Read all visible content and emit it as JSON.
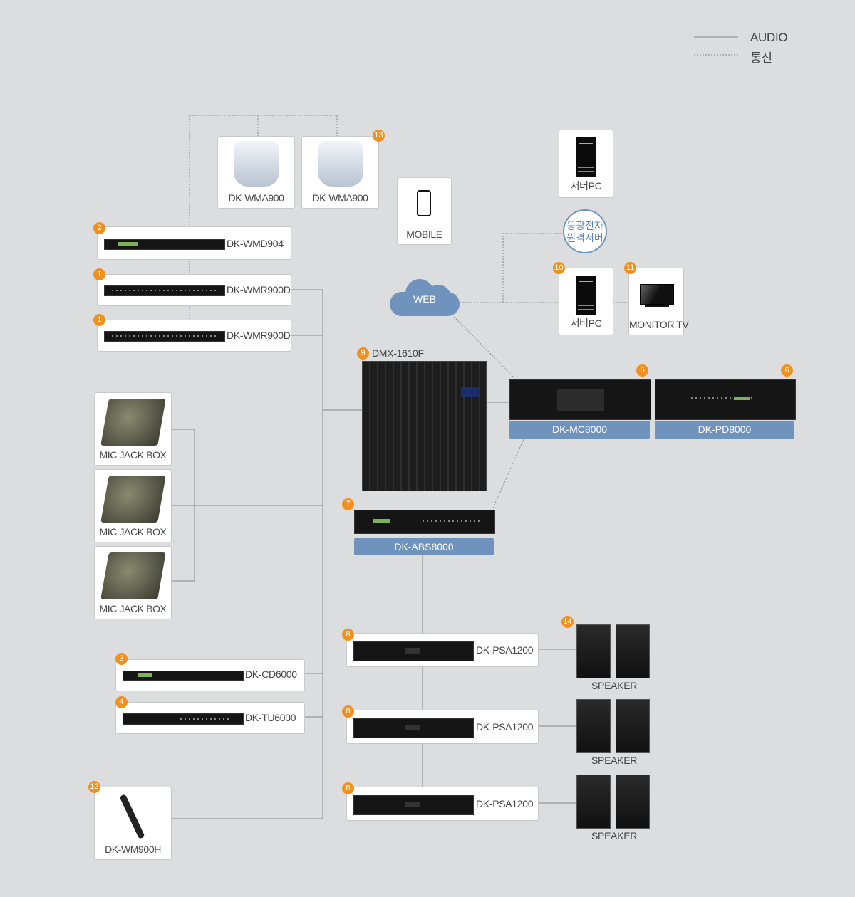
{
  "legend": {
    "audio": "AUDIO",
    "comm": "통신"
  },
  "devices": {
    "wma1": {
      "label": "DK-WMA900"
    },
    "wma2": {
      "label": "DK-WMA900",
      "badge": "13"
    },
    "wmd": {
      "label": "DK-WMD904",
      "badge": "2"
    },
    "wmr1": {
      "label": "DK-WMR900D",
      "badge": "1"
    },
    "wmr2": {
      "label": "DK-WMR900D",
      "badge": "1"
    },
    "mobile": {
      "label": "MOBILE"
    },
    "web": {
      "label": "WEB"
    },
    "server_top": {
      "label": "서버PC"
    },
    "remote": {
      "line1": "동광전자",
      "line2": "원격서버"
    },
    "server": {
      "label": "서버PC",
      "badge": "10"
    },
    "monitor": {
      "label": "MONITOR TV",
      "badge": "11"
    },
    "mixer": {
      "label": "DMX-1610F",
      "badge": "9"
    },
    "mc": {
      "label": "DK-MC8000",
      "badge": "5"
    },
    "pd": {
      "label": "DK-PD8000",
      "badge": "6"
    },
    "abs": {
      "label": "DK-ABS8000",
      "badge": "7"
    },
    "jack1": {
      "label": "MIC JACK BOX"
    },
    "jack2": {
      "label": "MIC JACK BOX"
    },
    "jack3": {
      "label": "MIC JACK BOX"
    },
    "cd": {
      "label": "DK-CD6000",
      "badge": "3"
    },
    "tu": {
      "label": "DK-TU6000",
      "badge": "4"
    },
    "wm": {
      "label": "DK-WM900H",
      "badge": "12"
    },
    "psa1": {
      "label": "DK-PSA1200",
      "badge": "8"
    },
    "psa2": {
      "label": "DK-PSA1200",
      "badge": "8"
    },
    "psa3": {
      "label": "DK-PSA1200",
      "badge": "8"
    },
    "spk1": {
      "label": "SPEAKER",
      "badge": "14"
    },
    "spk2": {
      "label": "SPEAKER"
    },
    "spk3": {
      "label": "SPEAKER"
    }
  },
  "colors": {
    "badge": "#f0901e",
    "bar": "#6f93bd",
    "bg": "#dcdddf"
  }
}
